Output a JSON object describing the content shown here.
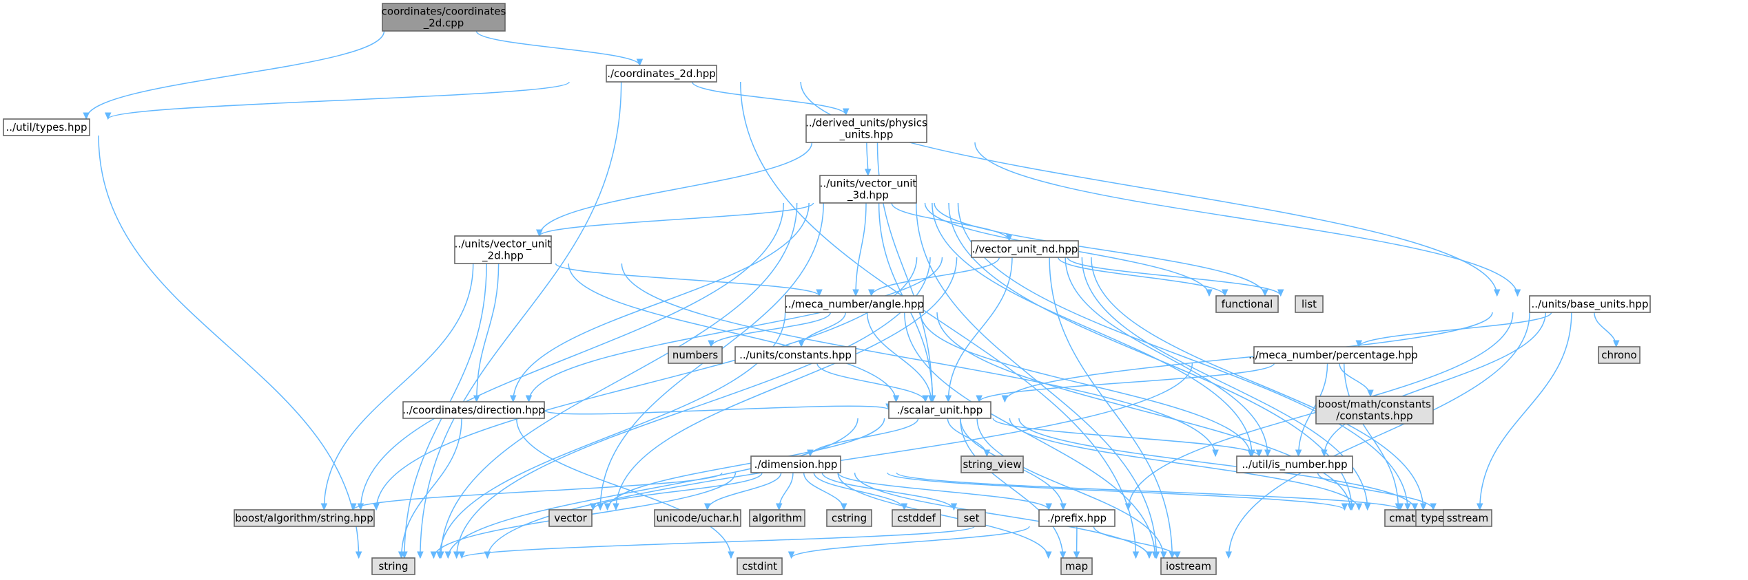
{
  "colors": {
    "edge": "#63b8ff",
    "node_border": "#666666",
    "root_fill": "#999999",
    "internal_fill": "#ffffff",
    "system_fill": "#e0e0e0",
    "text": "#000000"
  },
  "nodes": [
    {
      "id": "root",
      "lines": [
        "coordinates/coordinates",
        "_2d.cpp"
      ],
      "kind": "root"
    },
    {
      "id": "c2d",
      "lines": [
        "./coordinates_2d.hpp"
      ],
      "kind": "internal"
    },
    {
      "id": "types",
      "lines": [
        "../util/types.hpp"
      ],
      "kind": "internal"
    },
    {
      "id": "physics",
      "lines": [
        "../derived_units/physics",
        "_units.hpp"
      ],
      "kind": "internal"
    },
    {
      "id": "v3d",
      "lines": [
        "../units/vector_unit",
        "_3d.hpp"
      ],
      "kind": "internal"
    },
    {
      "id": "v2d",
      "lines": [
        "../units/vector_unit",
        "_2d.hpp"
      ],
      "kind": "internal"
    },
    {
      "id": "vnd",
      "lines": [
        "./vector_unit_nd.hpp"
      ],
      "kind": "internal"
    },
    {
      "id": "angle",
      "lines": [
        "../meca_number/angle.hpp"
      ],
      "kind": "internal"
    },
    {
      "id": "consts",
      "lines": [
        "../units/constants.hpp"
      ],
      "kind": "internal"
    },
    {
      "id": "base",
      "lines": [
        "../units/base_units.hpp"
      ],
      "kind": "internal"
    },
    {
      "id": "pct",
      "lines": [
        "../meca_number/percentage.hpp"
      ],
      "kind": "internal"
    },
    {
      "id": "dir",
      "lines": [
        "../coordinates/direction.hpp"
      ],
      "kind": "internal"
    },
    {
      "id": "scalar",
      "lines": [
        "./scalar_unit.hpp"
      ],
      "kind": "internal"
    },
    {
      "id": "isnum",
      "lines": [
        "../util/is_number.hpp"
      ],
      "kind": "internal"
    },
    {
      "id": "dim",
      "lines": [
        "./dimension.hpp"
      ],
      "kind": "internal"
    },
    {
      "id": "prefix",
      "lines": [
        "./prefix.hpp"
      ],
      "kind": "internal"
    },
    {
      "id": "functional",
      "lines": [
        "functional"
      ],
      "kind": "system"
    },
    {
      "id": "list",
      "lines": [
        "list"
      ],
      "kind": "system"
    },
    {
      "id": "numbers",
      "lines": [
        "numbers"
      ],
      "kind": "system"
    },
    {
      "id": "chrono",
      "lines": [
        "chrono"
      ],
      "kind": "system"
    },
    {
      "id": "boostmath",
      "lines": [
        "boost/math/constants",
        "/constants.hpp"
      ],
      "kind": "system"
    },
    {
      "id": "string_view",
      "lines": [
        "string_view"
      ],
      "kind": "system"
    },
    {
      "id": "boostalgo",
      "lines": [
        "boost/algorithm/string.hpp"
      ],
      "kind": "system"
    },
    {
      "id": "vector",
      "lines": [
        "vector"
      ],
      "kind": "system"
    },
    {
      "id": "uchar",
      "lines": [
        "unicode/uchar.h"
      ],
      "kind": "system"
    },
    {
      "id": "algorithm",
      "lines": [
        "algorithm"
      ],
      "kind": "system"
    },
    {
      "id": "cstring",
      "lines": [
        "cstring"
      ],
      "kind": "system"
    },
    {
      "id": "cstddef",
      "lines": [
        "cstddef"
      ],
      "kind": "system"
    },
    {
      "id": "set",
      "lines": [
        "set"
      ],
      "kind": "system"
    },
    {
      "id": "cmath",
      "lines": [
        "cmath"
      ],
      "kind": "system"
    },
    {
      "id": "type_traits",
      "lines": [
        "type_traits"
      ],
      "kind": "system"
    },
    {
      "id": "sstream",
      "lines": [
        "sstream"
      ],
      "kind": "system"
    },
    {
      "id": "string",
      "lines": [
        "string"
      ],
      "kind": "system"
    },
    {
      "id": "cstdint",
      "lines": [
        "cstdint"
      ],
      "kind": "system"
    },
    {
      "id": "map",
      "lines": [
        "map"
      ],
      "kind": "system"
    },
    {
      "id": "iostream",
      "lines": [
        "iostream"
      ],
      "kind": "system"
    }
  ],
  "edges": [
    [
      "root",
      "c2d"
    ],
    [
      "root",
      "types"
    ],
    [
      "c2d",
      "types"
    ],
    [
      "c2d",
      "physics"
    ],
    [
      "c2d",
      "base"
    ],
    [
      "c2d",
      "string"
    ],
    [
      "c2d",
      "iostream"
    ],
    [
      "types",
      "string"
    ],
    [
      "physics",
      "v3d"
    ],
    [
      "physics",
      "v2d"
    ],
    [
      "physics",
      "scalar"
    ],
    [
      "physics",
      "base"
    ],
    [
      "v3d",
      "v2d"
    ],
    [
      "v3d",
      "vnd"
    ],
    [
      "v3d",
      "angle"
    ],
    [
      "v3d",
      "dir"
    ],
    [
      "v3d",
      "scalar"
    ],
    [
      "v3d",
      "functional"
    ],
    [
      "v3d",
      "list"
    ],
    [
      "v3d",
      "boostalgo"
    ],
    [
      "v3d",
      "vector"
    ],
    [
      "v3d",
      "string"
    ],
    [
      "v3d",
      "cmath"
    ],
    [
      "v3d",
      "sstream"
    ],
    [
      "v3d",
      "iostream"
    ],
    [
      "v3d",
      "isnum"
    ],
    [
      "v2d",
      "angle"
    ],
    [
      "v2d",
      "dir"
    ],
    [
      "v2d",
      "scalar"
    ],
    [
      "v2d",
      "isnum"
    ],
    [
      "v2d",
      "boostalgo"
    ],
    [
      "v2d",
      "string"
    ],
    [
      "vnd",
      "angle"
    ],
    [
      "vnd",
      "dir"
    ],
    [
      "vnd",
      "scalar"
    ],
    [
      "vnd",
      "functional"
    ],
    [
      "vnd",
      "list"
    ],
    [
      "vnd",
      "boostalgo"
    ],
    [
      "vnd",
      "vector"
    ],
    [
      "vnd",
      "string"
    ],
    [
      "vnd",
      "cmath"
    ],
    [
      "vnd",
      "sstream"
    ],
    [
      "vnd",
      "iostream"
    ],
    [
      "vnd",
      "isnum"
    ],
    [
      "angle",
      "numbers"
    ],
    [
      "angle",
      "consts"
    ],
    [
      "angle",
      "scalar"
    ],
    [
      "angle",
      "isnum"
    ],
    [
      "angle",
      "cmath"
    ],
    [
      "angle",
      "string"
    ],
    [
      "angle",
      "iostream"
    ],
    [
      "consts",
      "scalar"
    ],
    [
      "base",
      "pct"
    ],
    [
      "base",
      "scalar"
    ],
    [
      "base",
      "prefix"
    ],
    [
      "base",
      "chrono"
    ],
    [
      "base",
      "sstream"
    ],
    [
      "base",
      "iostream"
    ],
    [
      "base",
      "isnum"
    ],
    [
      "pct",
      "scalar"
    ],
    [
      "pct",
      "boostmath"
    ],
    [
      "pct",
      "isnum"
    ],
    [
      "pct",
      "cmath"
    ],
    [
      "pct",
      "string"
    ],
    [
      "dir",
      "scalar"
    ],
    [
      "dir",
      "string"
    ],
    [
      "dir",
      "cstdint"
    ],
    [
      "scalar",
      "dim"
    ],
    [
      "scalar",
      "isnum"
    ],
    [
      "scalar",
      "string_view"
    ],
    [
      "scalar",
      "prefix"
    ],
    [
      "scalar",
      "vector"
    ],
    [
      "scalar",
      "string"
    ],
    [
      "scalar",
      "cmath"
    ],
    [
      "scalar",
      "sstream"
    ],
    [
      "scalar",
      "map"
    ],
    [
      "scalar",
      "iostream"
    ],
    [
      "isnum",
      "type_traits"
    ],
    [
      "dim",
      "boostalgo"
    ],
    [
      "dim",
      "vector"
    ],
    [
      "dim",
      "uchar"
    ],
    [
      "dim",
      "algorithm"
    ],
    [
      "dim",
      "cstring"
    ],
    [
      "dim",
      "cstddef"
    ],
    [
      "dim",
      "set"
    ],
    [
      "dim",
      "prefix"
    ],
    [
      "dim",
      "cmath"
    ],
    [
      "dim",
      "sstream"
    ],
    [
      "dim",
      "string"
    ],
    [
      "dim",
      "map"
    ],
    [
      "dim",
      "iostream"
    ],
    [
      "prefix",
      "string"
    ],
    [
      "prefix",
      "cstdint"
    ],
    [
      "prefix",
      "map"
    ],
    [
      "prefix",
      "iostream"
    ]
  ]
}
